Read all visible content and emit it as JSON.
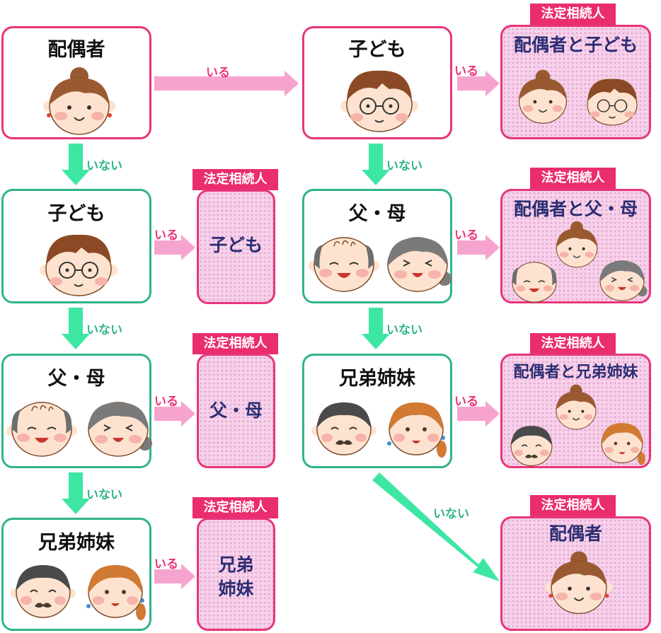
{
  "colors": {
    "pink": "#e8357a",
    "green": "#2fb48a",
    "heir_text": "#2b2d72"
  },
  "labels": {
    "present": "いる",
    "absent": "いない"
  },
  "badge_label": "法定相続人",
  "left_chain": {
    "spouse": "配偶者",
    "child": "子ども",
    "parents": "父・母",
    "siblings": "兄弟姉妹"
  },
  "right_chain": {
    "child": "子ども",
    "parents": "父・母",
    "siblings": "兄弟姉妹"
  },
  "heirs": {
    "spouse_child": "配偶者と子ども",
    "spouse_parents": "配偶者と父・母",
    "spouse_siblings": "配偶者と兄弟姉妹",
    "spouse_only": "配偶者",
    "child_only": "子ども",
    "parents_only": "父・母",
    "siblings_line1": "兄弟",
    "siblings_line2": "姉妹"
  }
}
